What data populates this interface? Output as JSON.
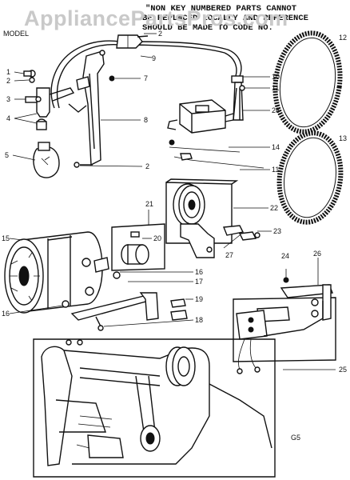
{
  "watermark": "AppliancePartsPros.com",
  "notice_lines": [
    "\"NON KEY NUMBERED PARTS CANNOT",
    "BE REPLACED LOCALLY AND REFERENCE",
    "SHOULD BE MADE TO CODE NO."
  ],
  "model_label": "MODEL",
  "page_code": "G5",
  "callouts": {
    "c1": "1",
    "c2a": "2",
    "c2b": "2",
    "c2c": "2",
    "c3": "3",
    "c4": "4",
    "c5": "5",
    "c7": "7",
    "c8": "8",
    "c9": "9",
    "c10": "10",
    "c11a": "11",
    "c11b": "11",
    "c12": "12",
    "c13": "13",
    "c14": "14",
    "c15": "15",
    "c16a": "16",
    "c16b": "16",
    "c17": "17",
    "c18": "18",
    "c19": "19",
    "c20": "20",
    "c21": "21",
    "c22": "22",
    "c23": "23",
    "c24": "24",
    "c25": "25",
    "c26": "26",
    "c27": "27",
    "c28": "28"
  }
}
